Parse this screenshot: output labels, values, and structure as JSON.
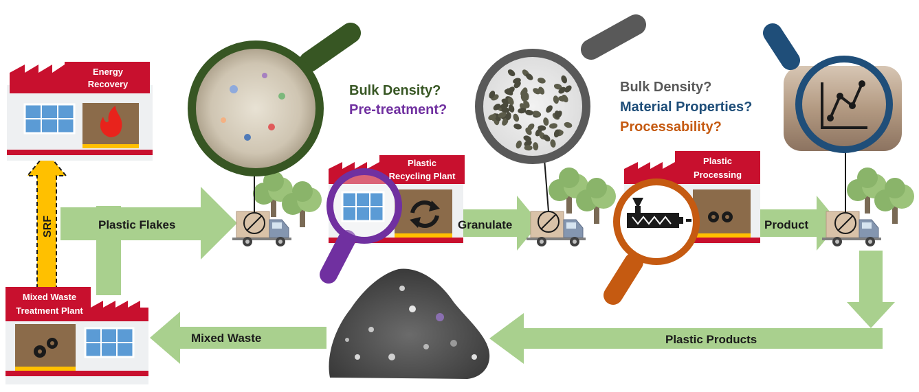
{
  "colors": {
    "arrow_green": "#a9d08e",
    "srf_yellow": "#ffc000",
    "building_red": "#c8102e",
    "lens_green": "#375623",
    "lens_gray": "#595959",
    "lens_blue": "#1f4e79",
    "lens_purple": "#7030a0",
    "lens_orange": "#c55a11"
  },
  "buildings": {
    "energy_recovery": "Energy Recovery",
    "recycling_plant": "Plastic Recycling Plant",
    "plastic_processing": "Plastic Processing",
    "mixed_waste_plant": "Mixed Waste Treatment Plant"
  },
  "flows": {
    "plastic_flakes": "Plastic Flakes",
    "granulate": "Granulate",
    "product": "Product",
    "plastic_products": "Plastic Products",
    "mixed_waste": "Mixed Waste",
    "srf": "SRF"
  },
  "questions": {
    "q1_bulk_density": "Bulk Density?",
    "q1_pretreatment": "Pre-treatment?",
    "q2_bulk_density": "Bulk Density?",
    "q2_material_properties": "Material Properties?",
    "q2_processability": "Processability?"
  },
  "icons": [
    "fire-icon",
    "gears-icon",
    "recycle-arrows-icon",
    "extruder-icon",
    "line-chart-icon",
    "delivery-truck-icon",
    "tree-icon",
    "magnifier-icon",
    "waste-pile-icon",
    "flakes-icon",
    "pellets-icon"
  ]
}
